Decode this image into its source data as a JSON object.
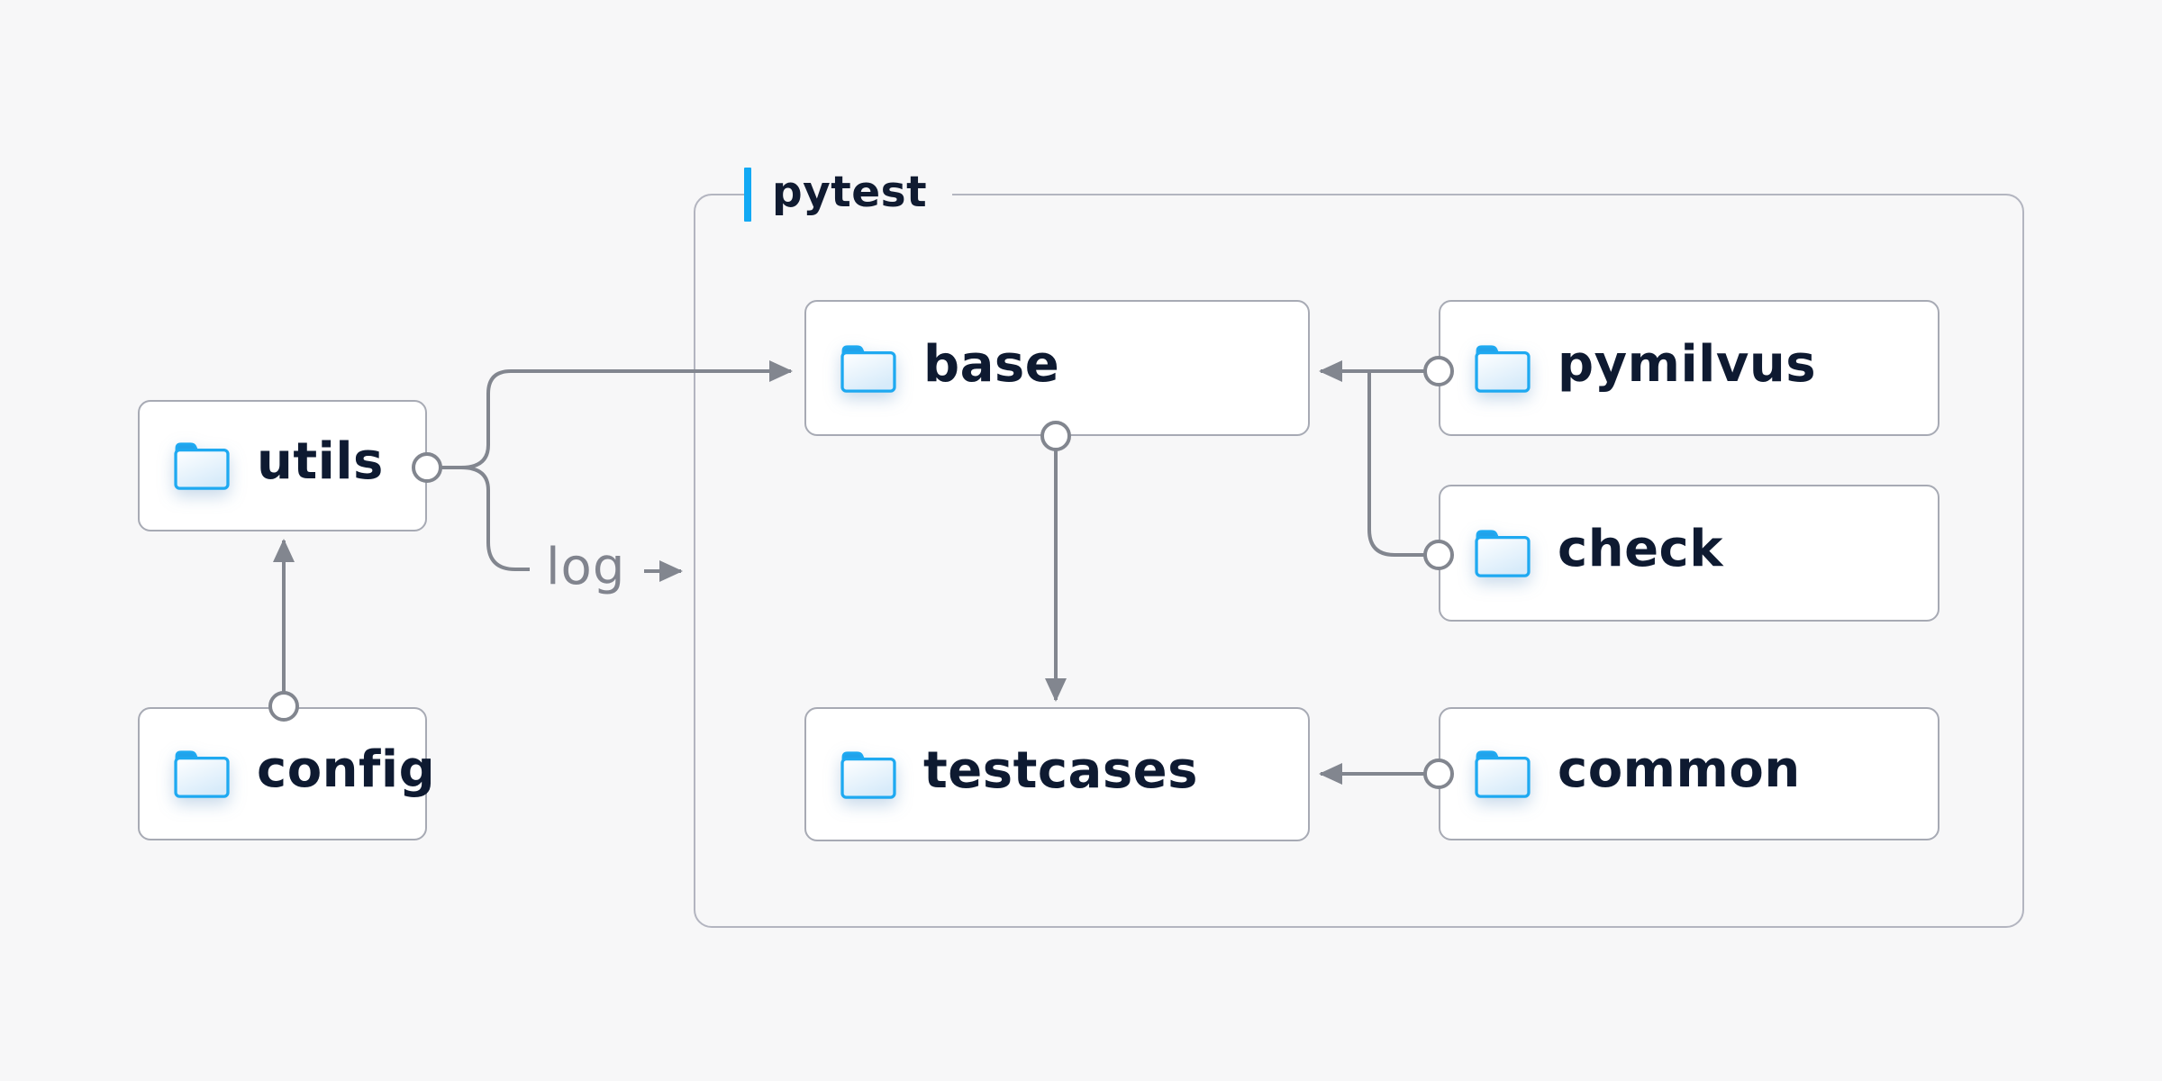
{
  "diagram": {
    "group": {
      "label": "pytest"
    },
    "edge_label": "log",
    "nodes": [
      {
        "id": "utils",
        "label": "utils",
        "icon": "folder-icon"
      },
      {
        "id": "config",
        "label": "config",
        "icon": "folder-icon"
      },
      {
        "id": "base",
        "label": "base",
        "icon": "folder-icon"
      },
      {
        "id": "pymilvus",
        "label": "pymilvus",
        "icon": "folder-icon"
      },
      {
        "id": "check",
        "label": "check",
        "icon": "folder-icon"
      },
      {
        "id": "testcases",
        "label": "testcases",
        "icon": "folder-icon"
      },
      {
        "id": "common",
        "label": "common",
        "icon": "folder-icon"
      }
    ],
    "edges": [
      {
        "from": "config",
        "to": "utils"
      },
      {
        "from": "utils",
        "to": "base"
      },
      {
        "from": "utils",
        "to": "pytest-group",
        "label": "log"
      },
      {
        "from": "pymilvus",
        "to": "base"
      },
      {
        "from": "check",
        "to": "base"
      },
      {
        "from": "base",
        "to": "testcases"
      },
      {
        "from": "common",
        "to": "testcases"
      }
    ],
    "colors": {
      "background": "#f7f7f8",
      "node_background": "#ffffff",
      "node_border": "#a7aab4",
      "group_border": "#b3b5c0",
      "connector": "#82868f",
      "label_text": "#0e1a31",
      "muted_text": "#81848e",
      "accent": "#12a9f4",
      "folder_blue": "#1ea9f1"
    }
  }
}
